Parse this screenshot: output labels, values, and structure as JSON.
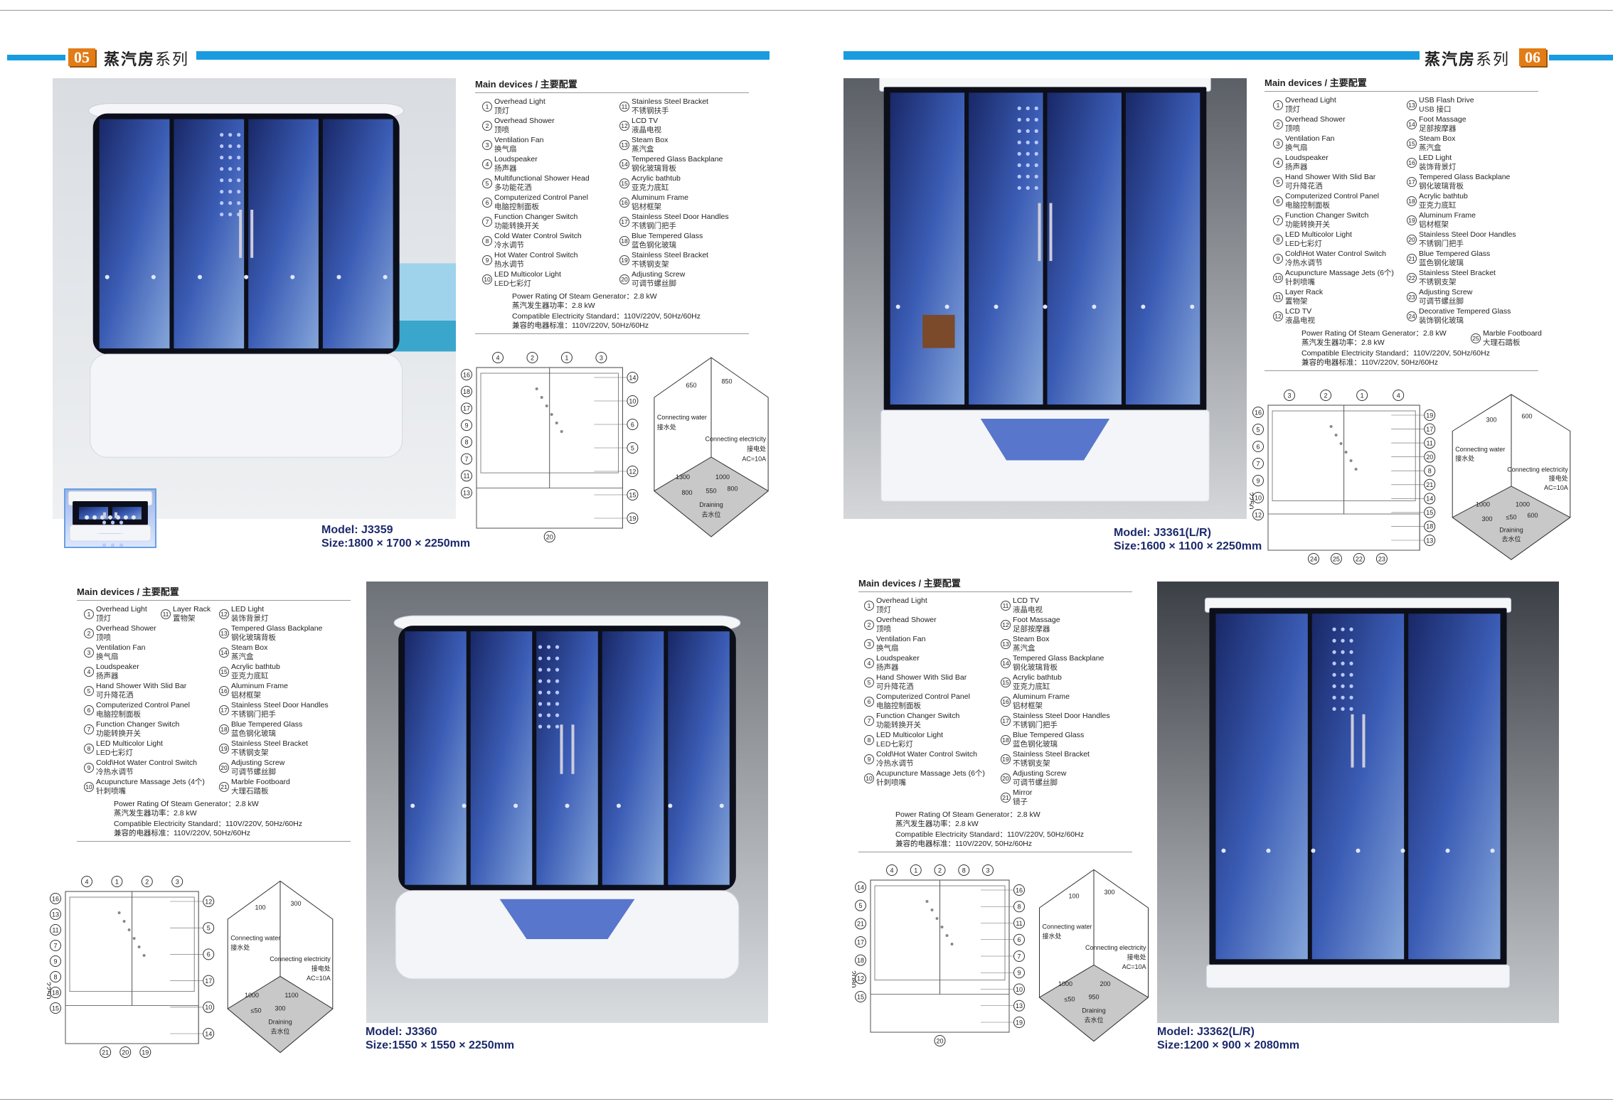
{
  "pages": {
    "left": {
      "number": "05",
      "title_bold": "蒸汽房",
      "title_light": "系列"
    },
    "right": {
      "number": "06",
      "title_bold": "蒸汽房",
      "title_light": "系列"
    }
  },
  "colors": {
    "brand_blue": "#1a9be0",
    "badge_orange": "#e27c16",
    "model_text": "#1c2a6b"
  },
  "products": {
    "a": {
      "model": "Model: J3359",
      "size": "Size:1800 × 1700 × 2250mm",
      "spec": {
        "title": "Main devices / 主要配置",
        "columns": [
          [
            {
              "num": "1",
              "en": "Overhead Light",
              "zh": "顶灯"
            },
            {
              "num": "2",
              "en": "Overhead Shower",
              "zh": "顶喷"
            },
            {
              "num": "3",
              "en": "Ventilation Fan",
              "zh": "换气扇"
            },
            {
              "num": "4",
              "en": "Loudspeaker",
              "zh": "扬声器"
            },
            {
              "num": "5",
              "en": "Multifunctional  Shower Head",
              "zh": "多功能花洒"
            },
            {
              "num": "6",
              "en": "Computerized Control Panel",
              "zh": "电脑控制面板"
            },
            {
              "num": "7",
              "en": "Function Changer Switch",
              "zh": "功能转换开关"
            },
            {
              "num": "8",
              "en": "Cold  Water Control Switch",
              "zh": "冷水调节"
            },
            {
              "num": "9",
              "en": "Hot Water Control Switch",
              "zh": "热水调节"
            },
            {
              "num": "10",
              "en": "LED Multicolor Light",
              "zh": "LED七彩灯"
            }
          ],
          [
            {
              "num": "11",
              "en": "Stainless Steel Bracket",
              "zh": "不锈钢扶手"
            },
            {
              "num": "12",
              "en": "LCD   TV",
              "zh": "液晶电视"
            },
            {
              "num": "13",
              "en": "Steam Box",
              "zh": "蒸汽盒"
            },
            {
              "num": "14",
              "en": "Tempered Glass Backplane",
              "zh": "钢化玻璃背板"
            },
            {
              "num": "15",
              "en": "Acrylic bathtub",
              "zh": "亚克力底缸"
            },
            {
              "num": "16",
              "en": "Aluminum Frame",
              "zh": "铝材框架"
            },
            {
              "num": "17",
              "en": "Stainless Steel Door Handles",
              "zh": "不锈钢门把手"
            },
            {
              "num": "18",
              "en": "Blue Tempered Glass",
              "zh": "蓝色钢化玻璃"
            },
            {
              "num": "19",
              "en": "Stainless Steel Bracket",
              "zh": "不锈钢支架"
            },
            {
              "num": "20",
              "en": "Adjusting Screw",
              "zh": "可调节螺丝脚"
            }
          ]
        ],
        "power_en": "Power Rating Of Steam Generator：2.8 kW",
        "power_zh": "蒸汽发生器功率：2.8 kW",
        "elec_en": "Compatible Electricity Standard：110V/220V, 50Hz/60Hz",
        "elec_zh": "兼容的电器标准：110V/220V, 50Hz/60Hz"
      },
      "diagram": {
        "callouts": {
          "top": [
            "4",
            "2",
            "1",
            "3"
          ],
          "left": [
            "16",
            "18",
            "17",
            "9",
            "8",
            "7",
            "11",
            "13"
          ],
          "right": [
            "14",
            "10",
            "6",
            "5",
            "12",
            "15",
            "19"
          ],
          "bottom": [
            "20"
          ]
        },
        "height_label": "",
        "install": {
          "elec_en": "Connecting electricity",
          "elec_zh": "接电处",
          "elec_ac": "AC=10A",
          "water_en": "Connecting water",
          "water_zh": "接水处",
          "drain_en": "Draining",
          "drain_zh": "去水位",
          "dims": [
            "650",
            "850",
            "1300",
            "1000",
            "800",
            "550",
            "800"
          ]
        }
      }
    },
    "b": {
      "model": "Model: J3361(L/R)",
      "size": "Size:1600 × 1100 × 2250mm",
      "spec": {
        "title": "Main devices / 主要配置",
        "columns": [
          [
            {
              "num": "1",
              "en": "Overhead Light",
              "zh": "顶灯"
            },
            {
              "num": "2",
              "en": "Overhead Shower",
              "zh": "顶喷"
            },
            {
              "num": "3",
              "en": "Ventilation Fan",
              "zh": "换气扇"
            },
            {
              "num": "4",
              "en": "Loudspeaker",
              "zh": "扬声器"
            },
            {
              "num": "5",
              "en": "Hand Shower With Slid Bar",
              "zh": "可升降花洒"
            },
            {
              "num": "6",
              "en": "Computerized Control Panel",
              "zh": "电脑控制面板"
            },
            {
              "num": "7",
              "en": "Function Changer Switch",
              "zh": "功能转换开关"
            },
            {
              "num": "8",
              "en": "LED Multicolor Light",
              "zh": "LED七彩灯"
            },
            {
              "num": "9",
              "en": "Cold\\Hot Water Control Switch",
              "zh": "冷热水调节"
            },
            {
              "num": "10",
              "en": "Acupuncture Massage Jets (6个)",
              "zh": "针刺喷嘴"
            },
            {
              "num": "11",
              "en": "Layer Rack",
              "zh": "置物架"
            },
            {
              "num": "12",
              "en": "LCD   TV",
              "zh": "液晶电视"
            }
          ],
          [
            {
              "num": "13",
              "en": "USB Flash Drive",
              "zh": "USB 接口"
            },
            {
              "num": "14",
              "en": "Foot Massage",
              "zh": "足部按摩器"
            },
            {
              "num": "15",
              "en": "Steam Box",
              "zh": "蒸汽盒"
            },
            {
              "num": "16",
              "en": "LED Light",
              "zh": "装饰背景灯"
            },
            {
              "num": "17",
              "en": "Tempered Glass Backplane",
              "zh": "钢化玻璃背板"
            },
            {
              "num": "18",
              "en": "Acrylic bathtub",
              "zh": "亚克力底缸"
            },
            {
              "num": "19",
              "en": "Aluminum Frame",
              "zh": "铝材框架"
            },
            {
              "num": "20",
              "en": "Stainless Steel Door Handles",
              "zh": "不锈钢门把手"
            },
            {
              "num": "21",
              "en": "Blue Tempered Glass",
              "zh": "蓝色钢化玻璃"
            },
            {
              "num": "22",
              "en": "Stainless Steel Bracket",
              "zh": "不锈钢支架"
            },
            {
              "num": "23",
              "en": "Adjusting Screw",
              "zh": "可调节螺丝脚"
            },
            {
              "num": "24",
              "en": "Decorative Tempered Glass",
              "zh": "装饰钢化玻璃"
            }
          ]
        ],
        "extra": {
          "num": "25",
          "en": "Marble Footboard",
          "zh": "大理石踏板"
        },
        "power_en": "Power Rating Of Steam Generator：2.8 kW",
        "power_zh": "蒸汽发生器功率：2.8 kW",
        "elec_en": "Compatible Electricity Standard：110V/220V, 50Hz/60Hz",
        "elec_zh": "兼容的电器标准：110V/220V, 50Hz/60Hz"
      },
      "diagram": {
        "callouts": {
          "top": [
            "3",
            "2",
            "1",
            "4"
          ],
          "left": [
            "16",
            "5",
            "6",
            "7",
            "9",
            "10",
            "12"
          ],
          "right": [
            "19",
            "17",
            "11",
            "20",
            "8",
            "21",
            "14",
            "15",
            "18",
            "13"
          ],
          "bottom": [
            "24",
            "25",
            "22",
            "23"
          ]
        },
        "height_label": "2250",
        "install": {
          "elec_en": "Connecting electricity",
          "elec_zh": "接电处",
          "elec_ac": "AC=10A",
          "water_en": "Connecting water",
          "water_zh": "接水处",
          "drain_en": "Draining",
          "drain_zh": "去水位",
          "dims": [
            "300",
            "600",
            "1000",
            "1000",
            "300",
            "≤50",
            "600"
          ]
        }
      }
    },
    "c": {
      "model": "Model: J3360",
      "size": "Size:1550 × 1550 × 2250mm",
      "spec": {
        "title": "Main devices / 主要配置",
        "columns": [
          [
            {
              "num": "1",
              "en": "Overhead Light",
              "zh": "顶灯"
            },
            {
              "num": "2",
              "en": "Overhead Shower",
              "zh": "顶喷"
            },
            {
              "num": "3",
              "en": "Ventilation Fan",
              "zh": "换气扇"
            },
            {
              "num": "4",
              "en": "Loudspeaker",
              "zh": "扬声器"
            },
            {
              "num": "5",
              "en": "Hand Shower With Slid Bar",
              "zh": "可升降花洒"
            },
            {
              "num": "6",
              "en": "Computerized Control Panel",
              "zh": "电脑控制面板"
            },
            {
              "num": "7",
              "en": "Function Changer Switch",
              "zh": "功能转换开关"
            },
            {
              "num": "8",
              "en": " LED Multicolor Light",
              "zh": " LED七彩灯"
            },
            {
              "num": "9",
              "en": "Cold\\Hot Water Control Switch",
              "zh": "冷热水调节"
            },
            {
              "num": "10",
              "en": "Acupuncture Massage Jets (4个)",
              "zh": "针刺喷嘴"
            }
          ],
          [
            {
              "num": "11",
              "en": "Layer Rack",
              "zh": "置物架"
            }
          ],
          [
            {
              "num": "12",
              "en": "LED Light",
              "zh": "装饰背景灯"
            },
            {
              "num": "13",
              "en": "Tempered Glass Backplane",
              "zh": "钢化玻璃背板"
            },
            {
              "num": "14",
              "en": "Steam Box",
              "zh": "蒸汽盒"
            },
            {
              "num": "15",
              "en": "Acrylic bathtub",
              "zh": "亚克力底缸"
            },
            {
              "num": "16",
              "en": "Aluminum Frame",
              "zh": "铝材框架"
            },
            {
              "num": "17",
              "en": "Stainless Steel Door Handles",
              "zh": "不锈钢门把手"
            },
            {
              "num": "18",
              "en": "Blue Tempered Glass",
              "zh": "蓝色钢化玻璃"
            },
            {
              "num": "19",
              "en": "Stainless Steel Bracket",
              "zh": "不锈钢支架"
            },
            {
              "num": "20",
              "en": "Adjusting Screw",
              "zh": "可调节螺丝脚"
            },
            {
              "num": "21",
              "en": "Marble Footboard",
              "zh": "大理石踏板"
            }
          ]
        ],
        "power_en": "Power Rating Of Steam Generator：2.8 kW",
        "power_zh": "蒸汽发生器功率：2.8 kW",
        "elec_en": "Compatible Electricity Standard：110V/220V, 50Hz/60Hz",
        "elec_zh": "兼容的电器标准：110V/220V, 50Hz/60Hz"
      },
      "diagram": {
        "callouts": {
          "top": [
            "4",
            "1",
            "2",
            "3"
          ],
          "left": [
            "16",
            "13",
            "11",
            "7",
            "9",
            "8",
            "18",
            "15"
          ],
          "right": [
            "12",
            "5",
            "6",
            "17",
            "10",
            "14"
          ],
          "bottom": [
            "21",
            "20",
            "19"
          ]
        },
        "height_label": "2250",
        "install": {
          "elec_en": "Connecting electricity",
          "elec_zh": "接电处",
          "elec_ac": "AC=10A",
          "water_en": "Connecting water",
          "water_zh": "接水处",
          "drain_en": "Draining",
          "drain_zh": "去水位",
          "dims": [
            "100",
            "300",
            "1000",
            "1100",
            "≤50",
            "300"
          ]
        }
      }
    },
    "d": {
      "model": "Model: J3362(L/R)",
      "size": "Size:1200 × 900 × 2080mm",
      "spec": {
        "title": "Main devices / 主要配置",
        "columns": [
          [
            {
              "num": "1",
              "en": "Overhead Light",
              "zh": "顶灯"
            },
            {
              "num": "2",
              "en": "Overhead Shower",
              "zh": "顶喷"
            },
            {
              "num": "3",
              "en": "Ventilation Fan",
              "zh": "换气扇"
            },
            {
              "num": "4",
              "en": "Loudspeaker",
              "zh": "扬声器"
            },
            {
              "num": "5",
              "en": "Hand Shower With Slid Bar",
              "zh": "可升降花洒"
            },
            {
              "num": "6",
              "en": "Computerized Control Panel",
              "zh": "电脑控制面板"
            },
            {
              "num": "7",
              "en": "Function Changer Switch",
              "zh": "功能转换开关"
            },
            {
              "num": "8",
              "en": "LED Multicolor Light",
              "zh": "LED七彩灯"
            },
            {
              "num": "9",
              "en": "Cold\\Hot Water Control Switch",
              "zh": "冷热水调节"
            },
            {
              "num": "10",
              "en": "Acupuncture Massage Jets (6个)",
              "zh": "针刺喷嘴"
            }
          ],
          [
            {
              "num": "11",
              "en": "LCD   TV",
              "zh": "液晶电视"
            },
            {
              "num": "12",
              "en": "Foot Massage",
              "zh": "足部按摩器"
            },
            {
              "num": "13",
              "en": "Steam Box",
              "zh": "蒸汽盒"
            },
            {
              "num": "14",
              "en": "Tempered Glass Backplane",
              "zh": "钢化玻璃背板"
            },
            {
              "num": "15",
              "en": "Acrylic bathtub",
              "zh": "亚克力底缸"
            },
            {
              "num": "16",
              "en": "Aluminum Frame",
              "zh": "铝材框架"
            },
            {
              "num": "17",
              "en": "Stainless Steel Door Handles",
              "zh": "不锈钢门把手"
            },
            {
              "num": "18",
              "en": "Blue Tempered Glass",
              "zh": "蓝色钢化玻璃"
            },
            {
              "num": "19",
              "en": "Stainless Steel Bracket",
              "zh": "不锈钢支架"
            },
            {
              "num": "20",
              "en": "Adjusting Screw",
              "zh": "可调节螺丝脚"
            },
            {
              "num": "21",
              "en": "Mirror",
              "zh": "镜子"
            }
          ]
        ],
        "power_en": "Power Rating Of Steam Generator：2.8 kW",
        "power_zh": "蒸汽发生器功率：2.8 kW",
        "elec_en": "Compatible Electricity Standard：110V/220V, 50Hz/60Hz",
        "elec_zh": "兼容的电器标准：110V/220V, 50Hz/60Hz"
      },
      "diagram": {
        "callouts": {
          "top": [
            "4",
            "1",
            "2",
            "8",
            "3"
          ],
          "left": [
            "14",
            "5",
            "21",
            "17",
            "18",
            "12",
            "15"
          ],
          "right": [
            "16",
            "8",
            "11",
            "6",
            "7",
            "9",
            "10",
            "13",
            "19"
          ],
          "bottom": [
            "20"
          ]
        },
        "height_label": "2080",
        "install": {
          "elec_en": "Connecting electricity",
          "elec_zh": "接电处",
          "elec_ac": "AC=10A",
          "water_en": "Connecting water",
          "water_zh": "接水处",
          "drain_en": "Draining",
          "drain_zh": "去水位",
          "dims": [
            "100",
            "300",
            "1000",
            "200",
            "≤50",
            "950"
          ]
        }
      }
    }
  }
}
